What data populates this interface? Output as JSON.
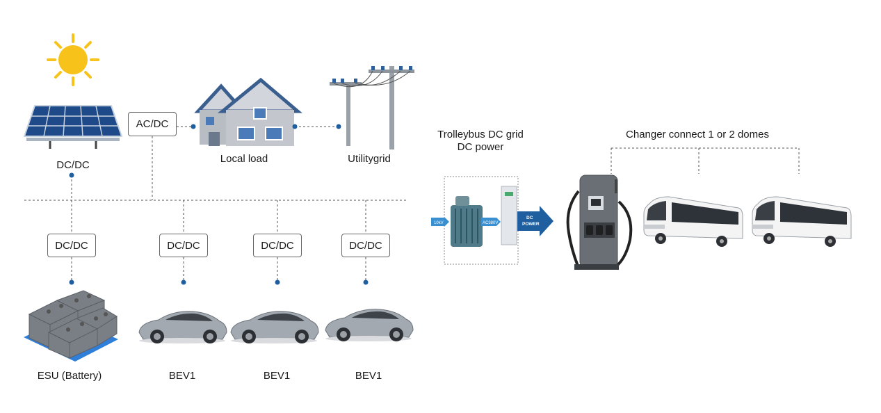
{
  "labels": {
    "pv_dcdc": "DC/DC",
    "acdc": "AC/DC",
    "local_load": "Local load",
    "utility_grid": "Utilitygrid",
    "trolleybus_line1": "Trolleybus DC grid",
    "trolleybus_line2": "DC power",
    "charger_title": "Changer connect 1 or 2 domes",
    "esu": "ESU (Battery)",
    "bev1_a": "BEV1",
    "bev1_b": "BEV1",
    "bev1_c": "BEV1"
  },
  "converters": [
    "DC/DC",
    "DC/DC",
    "DC/DC",
    "DC/DC"
  ],
  "substation": {
    "input_tag": "10kV",
    "transformer_tag": "AC380V",
    "arrow_text_1": "DC",
    "arrow_text_2": "POWER"
  },
  "colors": {
    "node": "#1f5fa0",
    "line": "#555555",
    "solar_panel": "#1e4a8a",
    "sun": "#f7c21a",
    "house_roof": "#3a5f8f",
    "house_wall": "#b8bcc3",
    "car": "#9aa0a6",
    "bus": "#f4f4f4",
    "arrow": "#1f5fa0",
    "battery": "#7a7f86",
    "battery_base": "#2f7fd8"
  }
}
